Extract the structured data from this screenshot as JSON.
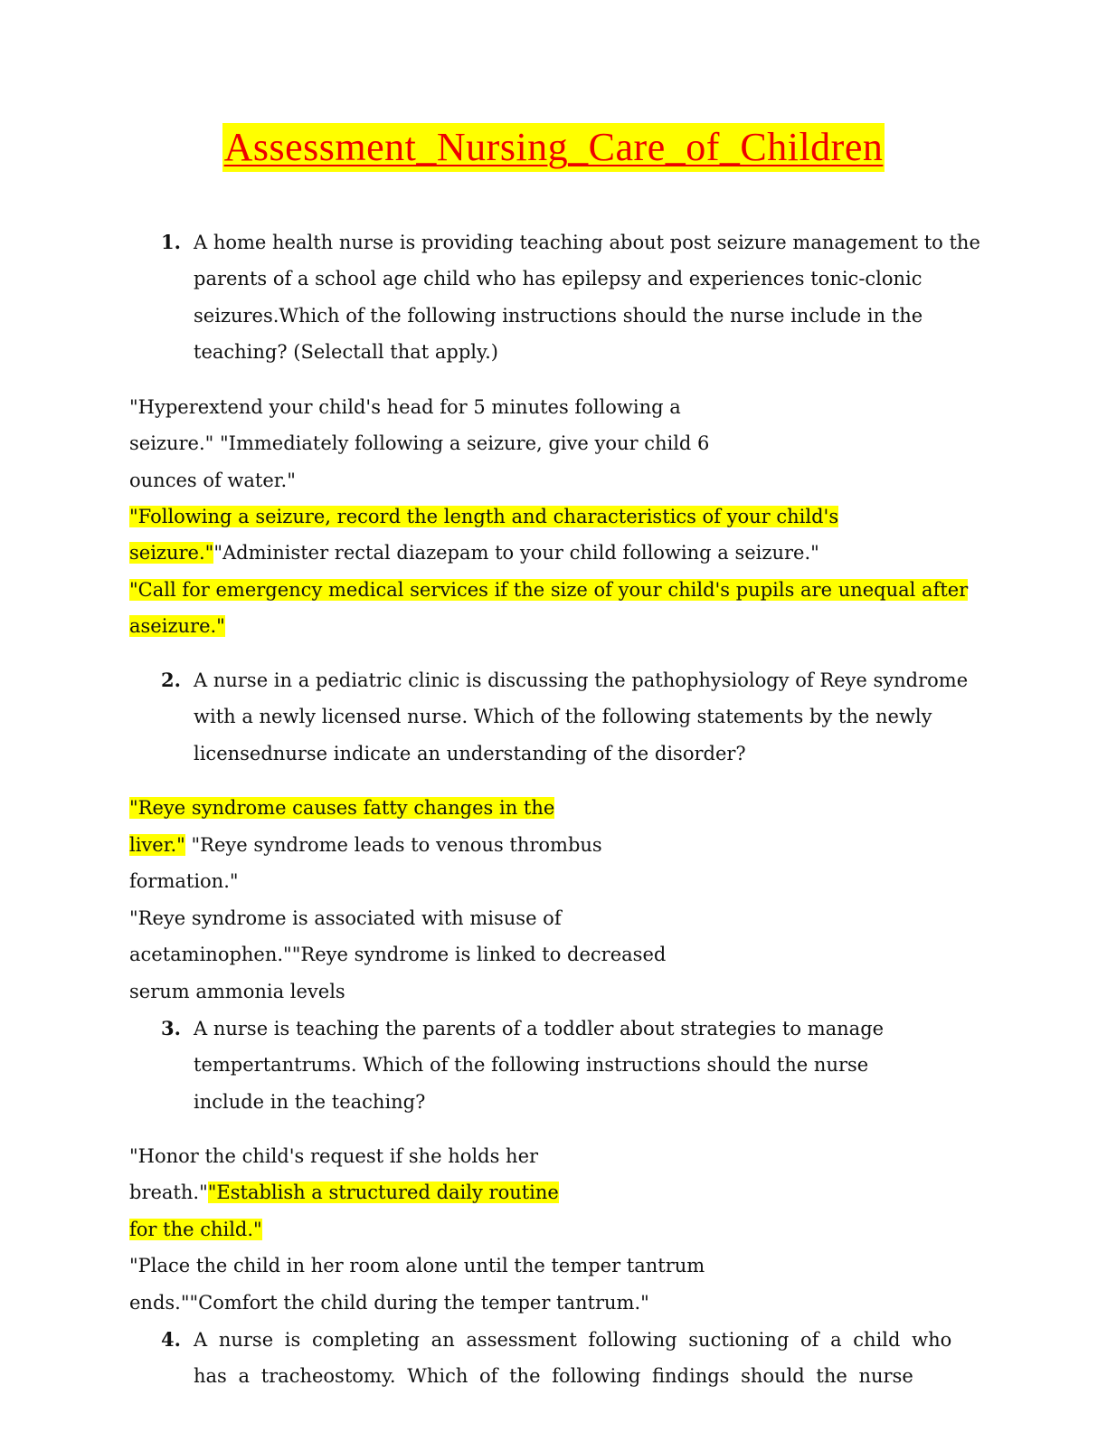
{
  "title": "Assessment_Nursing_Care_of_Children",
  "questions": [
    {
      "number": "1.",
      "stem_lines": [
        "A home health nurse is providing teaching about post seizure management to the",
        "parents of a school age child who has epilepsy and experiences tonic-clonic",
        "seizures.Which of the following instructions should the nurse include in the",
        "teaching? (Selectall that apply.)"
      ],
      "options": {
        "l1": "\"Hyperextend your child's head for 5 minutes following a",
        "l2": "seizure.\" \"Immediately following a seizure, give your child 6",
        "l3": "ounces of water.\"",
        "l4_hl": "\"Following a seizure, record the length and characteristics of your child's",
        "l5_hl": "seizure.\"",
        "l5_rest": "\"Administer rectal diazepam to your child following a seizure.\"",
        "l6_hl": "\"Call for emergency medical services if the size of your child's pupils are unequal after",
        "l7_hl": "aseizure.\""
      }
    },
    {
      "number": "2.",
      "stem_lines": [
        "A nurse in a pediatric clinic is discussing the pathophysiology of Reye syndrome",
        "with a newly licensed nurse. Which of the following statements by the newly",
        "licensednurse indicate an understanding of the disorder?"
      ],
      "options": {
        "l1_hl": "\"Reye syndrome causes fatty changes in the",
        "l2_hl": "liver.\"",
        "l2_rest": " \"Reye syndrome leads to venous thrombus",
        "l3": "formation.\"",
        "l4": "\"Reye syndrome is associated with misuse of",
        "l5": "acetaminophen.\"\"Reye syndrome is linked to decreased",
        "l6": "serum ammonia levels"
      }
    },
    {
      "number": "3.",
      "stem_lines": [
        "A nurse is teaching the parents of a toddler about strategies to manage",
        "tempertantrums. Which of the following instructions should the nurse",
        "include in the teaching?"
      ],
      "options": {
        "l1": "\"Honor the child's request if she holds her",
        "l2": "breath.\"",
        "l2_hl": "\"Establish a structured daily routine",
        "l3_hl": "for the child.\"",
        "l4": "\"Place the child in her room alone until the temper tantrum",
        "l5": "ends.\"\"Comfort the child during the temper tantrum.\""
      }
    },
    {
      "number": "4.",
      "stem_lines": [
        "A nurse is completing an assessment following suctioning of a child who",
        "has a tracheostomy. Which of the following findings should the nurse"
      ]
    }
  ]
}
